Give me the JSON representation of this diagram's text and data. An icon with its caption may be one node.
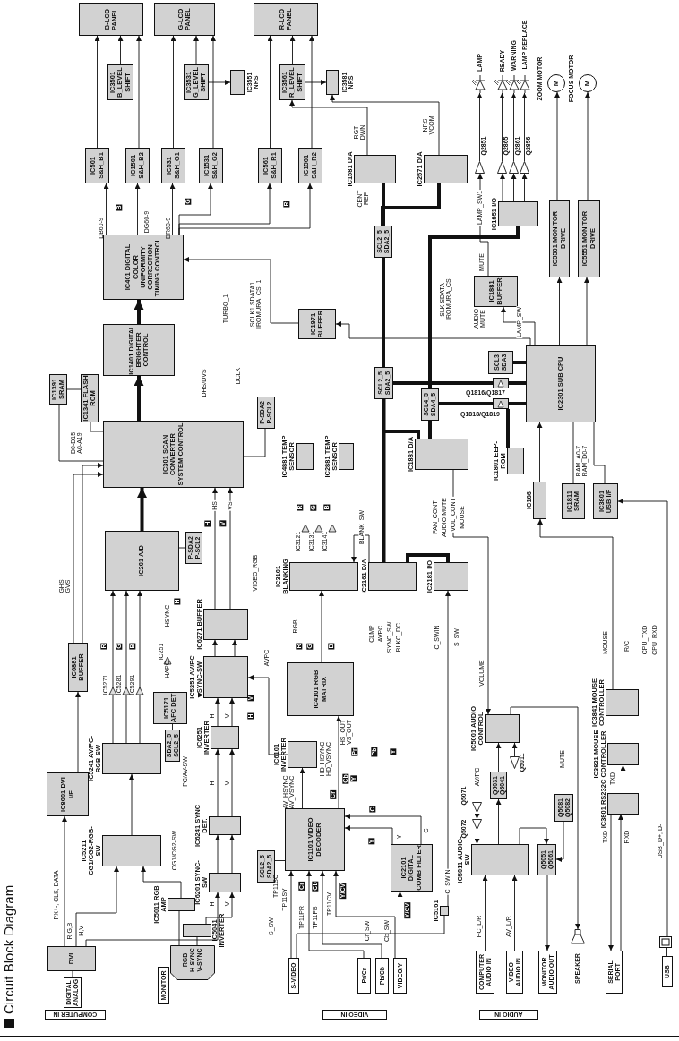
{
  "diagram": {
    "title": "Circuit Block Diagram",
    "nodes": [
      {
        "text": [
          "B-LCD PANEL"
        ]
      },
      {
        "text": [
          "G-LCD PANEL"
        ]
      },
      {
        "text": [
          "R-LCD PANEL"
        ]
      },
      {
        "text": [
          "IC3501 B_LEVEL SHIFT"
        ]
      },
      {
        "text": [
          "IC3531 G_LEVEL SHIFT"
        ]
      },
      {
        "text": [],
        "shape": "box",
        "beside": [
          "IC3551 NRS"
        ]
      },
      {
        "text": [
          "IC3561 R_LEVEL SHIFT"
        ]
      },
      {
        "text": [],
        "shape": "box",
        "beside": [
          "IC3581 NRS"
        ]
      },
      {
        "text": [
          "IC501 S&H_B1"
        ]
      },
      {
        "text": [
          "IC1501 S&H_B2"
        ]
      },
      {
        "text": [
          "IC531 S&H_G1"
        ]
      },
      {
        "text": [
          "IC1531 S&H_G2"
        ]
      },
      {
        "text": [
          "IC561 S&H_R1"
        ]
      },
      {
        "text": [
          "IC1561 S&H_R2"
        ]
      },
      {
        "text": [
          "IC1581 D/A"
        ]
      },
      {
        "text": [
          "IC2571 D/A"
        ]
      },
      {
        "text": [
          "IC1851 I/O"
        ]
      },
      {
        "text": [
          "IC5501 MONITOR DRIVE"
        ]
      },
      {
        "text": [
          "IC5551 MONITOR DRIVE"
        ]
      },
      {
        "text": [
          "M"
        ],
        "beside": [
          "ZOOM MOTOR"
        ]
      },
      {
        "text": [
          "M"
        ],
        "beside": [
          "FOCUS MOTOR"
        ]
      },
      {
        "text": [
          "IC401 DIGITAL COLOR UNIFORMITY CORRECTION TIMING CONTROL"
        ]
      },
      {
        "text": [
          "IC1401 DIGITAL BRIGHTER CONTROL"
        ]
      },
      {
        "text": [
          "IC1971 BUFFER"
        ]
      },
      {
        "text": [
          "IC1881 BUFFER"
        ]
      },
      {
        "text": [
          "SCL2_5 SDA2_5"
        ]
      },
      {
        "text": [
          "IC2301 SUB CPU"
        ]
      },
      {
        "text": [
          "SCL3 SDA3"
        ]
      },
      {
        "text": [
          "IC1391 SRAM"
        ]
      },
      {
        "text": [
          "IC1341 FLASH ROM"
        ]
      },
      {
        "text": [
          "SCL2_5 SDA2_5"
        ]
      },
      {
        "text": [
          "SCL4_5 SDA4_5"
        ]
      },
      {
        "text": [
          "IC301 SCAN CONVERTER SYSTEM CONTROL"
        ]
      },
      {
        "text": [
          "P-SDA2 P-SCL2"
        ]
      },
      {
        "text": [
          "IC4881 TEMP SENSOR"
        ]
      },
      {
        "text": [
          "IC2881 TEMP SENSOR"
        ]
      },
      {
        "text": [
          "IC1881 D/A"
        ]
      },
      {
        "text": [
          "IC1801 EEP-ROM"
        ]
      },
      {
        "text": [
          "IC186"
        ]
      },
      {
        "text": [
          "IC1811 SRAM"
        ]
      },
      {
        "text": [
          "IC3801 USB I/F"
        ]
      },
      {
        "text": [
          "IC201 A/D"
        ]
      },
      {
        "text": [
          "P-SDA2 P-SCL2"
        ]
      },
      {
        "text": [
          "IC3101 BLANKING"
        ]
      },
      {
        "text": [
          "IC2161 D/A"
        ]
      },
      {
        "text": [
          "IC2181 I/O"
        ]
      },
      {
        "text": [
          "IC6271 BUFFER"
        ]
      },
      {
        "text": [
          "IC6881 BUFFER"
        ]
      },
      {
        "text": [
          "IC5251 AV/PC SYNC-SW"
        ]
      },
      {
        "text": [
          "IC4101 RGB MATRIX"
        ]
      },
      {
        "text": [
          "IC5171 AFC DET"
        ]
      },
      {
        "text": [
          "SDA2_5 SCL2_5"
        ]
      },
      {
        "text": [
          "IC6251 INVERTER"
        ]
      },
      {
        "text": [
          "IC5241 AV/PC-RGB-SW"
        ]
      },
      {
        "text": [
          "IC6101 INVERTER"
        ]
      },
      {
        "text": [
          "IC8001 DVI I/F"
        ]
      },
      {
        "text": [
          "IC1101 VIDEO DECODER"
        ]
      },
      {
        "text": [
          "IC6241 SYNC DET."
        ]
      },
      {
        "text": [
          "IC5211 CG1/CG2-RGB-SW"
        ]
      },
      {
        "text": [
          "SCL2_5 SDA2_5"
        ]
      },
      {
        "text": [
          "IC2101 DIGITAL COMB FILTER"
        ]
      },
      {
        "text": [
          "IC6201 SYNC-SW"
        ]
      },
      {
        "text": [
          "IC5011 RGB AMP"
        ]
      },
      {
        "text": [
          "IC5041 INVERTER"
        ]
      },
      {
        "text": [
          "IC5161"
        ]
      },
      {
        "text": [
          "DVI"
        ]
      },
      {
        "text": [
          "DIGITAL ANALOG"
        ]
      },
      {
        "text": [
          "RGB",
          "H-SYNC",
          "V-SYNC"
        ]
      },
      {
        "text": [
          "MONITOR"
        ]
      },
      {
        "text": [
          "COMPUTER IN"
        ]
      },
      {
        "text": [
          "S-VIDEO"
        ]
      },
      {
        "text": [
          "Pr/Cr"
        ]
      },
      {
        "text": [
          "Pb/Cb"
        ]
      },
      {
        "text": [
          "VIDEO/Y"
        ]
      },
      {
        "text": [
          "VIDEO IN"
        ]
      },
      {
        "text": [
          "IC5001 AUDIO CONTROL"
        ]
      },
      {
        "text": [
          "Q5031 Q5041"
        ]
      },
      {
        "text": [
          "Q5081 Q5082"
        ]
      },
      {
        "text": [
          "IC5011 AUDIO-SW"
        ]
      },
      {
        "text": [
          "Q5051 Q5061"
        ]
      },
      {
        "text": [
          "COMPUTER AUDIO IN"
        ]
      },
      {
        "text": [
          "VIDEO AUDIO IN"
        ]
      },
      {
        "text": [
          "MONITOR AUDIO OUT"
        ]
      },
      {
        "text": [],
        "shape": "speaker",
        "beside": [
          "SPEAKER"
        ]
      },
      {
        "text": [
          "IC3841 MOUSE CONTROLLER"
        ]
      },
      {
        "text": [
          "IC3821 MOUSE CONTROLLER"
        ]
      },
      {
        "text": [
          "IC3801 RS232C"
        ]
      },
      {
        "text": [
          "SERIAL PORT"
        ]
      },
      {
        "text": [
          "USB"
        ]
      },
      {
        "text": [],
        "shape": "box"
      },
      {
        "text": [
          "AUDIO IN"
        ]
      },
      {
        "text": [],
        "shape": "diode",
        "beside": [
          "LAMP"
        ]
      },
      {
        "text": [],
        "shape": "diode",
        "beside": [
          "READY"
        ]
      },
      {
        "text": [],
        "shape": "diode",
        "beside": [
          "WARNING"
        ]
      },
      {
        "text": [],
        "shape": "diode",
        "beside": [
          "LAMP REPLACE"
        ]
      },
      {
        "text": [],
        "shape": "triangle",
        "beside": [
          "Q2851"
        ]
      },
      {
        "text": [],
        "shape": "triangle",
        "beside": [
          "Q2865"
        ]
      },
      {
        "text": [],
        "shape": "triangle",
        "beside": [
          "Q2861"
        ]
      },
      {
        "text": [],
        "shape": "triangle",
        "beside": [
          "Q2856"
        ]
      },
      {
        "text": [],
        "shape": "triangle",
        "beside": [
          "Q5011"
        ]
      },
      {
        "text": [],
        "shape": "triangle",
        "beside": [
          "Q5071"
        ]
      },
      {
        "text": [],
        "shape": "triangle",
        "beside": [
          "Q5072"
        ]
      },
      {
        "text": [],
        "shape": "box",
        "beside": [
          "Q1816/Q1817"
        ]
      },
      {
        "text": [],
        "shape": "box",
        "beside": [
          "Q1818/Q1819"
        ]
      }
    ],
    "edges": [
      {
        "from": 3,
        "to": 0,
        "arrow": "to"
      },
      {
        "from": 4,
        "to": 1,
        "arrow": "to"
      },
      {
        "from": 6,
        "to": 2,
        "arrow": "to"
      },
      {
        "from": 4,
        "to": 5,
        "arrow": "to"
      },
      {
        "from": 6,
        "to": 7,
        "arrow": "to"
      },
      {
        "from": 8,
        "to": 0,
        "arrow": "to"
      },
      {
        "from": 9,
        "to": 0,
        "arrow": "to"
      },
      {
        "from": 10,
        "to": 1,
        "arrow": "to"
      },
      {
        "from": 11,
        "to": 1,
        "arrow": "to"
      },
      {
        "from": 12,
        "to": 2,
        "arrow": "to"
      },
      {
        "from": 13,
        "to": 2,
        "arrow": "to"
      },
      {
        "from": 21,
        "to": 8,
        "arrow": "to"
      },
      {
        "from": 21,
        "to": 9,
        "arrow": "to"
      },
      {
        "from": 21,
        "to": 10,
        "arrow": "to"
      },
      {
        "from": 21,
        "to": 11,
        "arrow": "to"
      },
      {
        "from": 21,
        "to": 12,
        "arrow": "to"
      },
      {
        "from": 21,
        "to": 13,
        "arrow": "to"
      },
      {
        "from": 22,
        "to": 21,
        "arrow": "to",
        "style": "thick"
      },
      {
        "from": 32,
        "to": 22,
        "arrow": "to",
        "style": "thick"
      },
      {
        "from": 41,
        "to": 32,
        "arrow": "to",
        "style": "thick"
      },
      {
        "from": 28,
        "to": 29,
        "arrow": "none"
      },
      {
        "from": 28,
        "to": 32,
        "arrow": "none"
      },
      {
        "from": 29,
        "to": 32,
        "arrow": "none"
      },
      {
        "from": 33,
        "to": 32,
        "arrow": "none"
      },
      {
        "from": 42,
        "to": 41,
        "arrow": "none"
      },
      {
        "from": 23,
        "to": 21,
        "arrow": "to"
      },
      {
        "from": 26,
        "to": 23,
        "arrow": "to"
      },
      {
        "from": 25,
        "to": 14,
        "arrow": "none",
        "style": "thick"
      },
      {
        "from": 25,
        "to": 15,
        "arrow": "none",
        "style": "thick"
      },
      {
        "from": 30,
        "to": 25,
        "arrow": "none",
        "style": "thick"
      },
      {
        "from": 30,
        "to": 36,
        "arrow": "none",
        "style": "thick"
      },
      {
        "from": 31,
        "to": 36,
        "arrow": "none",
        "style": "thick"
      },
      {
        "from": 31,
        "to": 16,
        "arrow": "none",
        "style": "thick"
      },
      {
        "from": 30,
        "to": 102,
        "arrow": "none",
        "style": "thick"
      },
      {
        "from": 31,
        "to": 103,
        "arrow": "none",
        "style": "thick"
      },
      {
        "from": 102,
        "to": 26,
        "arrow": "none",
        "style": "thick"
      },
      {
        "from": 103,
        "to": 26,
        "arrow": "none",
        "style": "thick"
      },
      {
        "from": 103,
        "to": 37,
        "arrow": "none",
        "style": "thick"
      },
      {
        "from": 27,
        "to": 26,
        "arrow": "none",
        "style": "thick"
      },
      {
        "from": 26,
        "to": 24,
        "arrow": "to",
        "label": "LAMP_SW"
      },
      {
        "from": 24,
        "to": 95,
        "arrow": "to",
        "label": "LAMP_SW1"
      },
      {
        "from": 16,
        "to": 96,
        "arrow": "to"
      },
      {
        "from": 16,
        "to": 97,
        "arrow": "to"
      },
      {
        "from": 16,
        "to": 98,
        "arrow": "to"
      },
      {
        "from": 95,
        "to": 91,
        "arrow": "to"
      },
      {
        "from": 96,
        "to": 92,
        "arrow": "to"
      },
      {
        "from": 97,
        "to": 93,
        "arrow": "to"
      },
      {
        "from": 98,
        "to": 94,
        "arrow": "to"
      },
      {
        "from": 26,
        "to": 17,
        "arrow": "to"
      },
      {
        "from": 26,
        "to": 18,
        "arrow": "to"
      },
      {
        "from": 17,
        "to": 19,
        "arrow": "to"
      },
      {
        "from": 18,
        "to": 20,
        "arrow": "to"
      },
      {
        "from": 38,
        "to": 26,
        "arrow": "to"
      },
      {
        "from": 39,
        "to": 26,
        "arrow": "none"
      },
      {
        "from": 40,
        "to": 26,
        "arrow": "none"
      },
      {
        "from": 44,
        "to": 43,
        "arrow": "to",
        "label": "BLANK_SW"
      },
      {
        "from": 30,
        "to": 44,
        "arrow": "none",
        "style": "thick"
      },
      {
        "from": 44,
        "to": 45,
        "arrow": "none",
        "style": "thick"
      },
      {
        "from": 49,
        "to": 43,
        "arrow": "to"
      },
      {
        "from": 46,
        "to": 32,
        "arrow": "to",
        "label": "HS"
      },
      {
        "from": 46,
        "to": 32,
        "arrow": "to",
        "label": "VS"
      },
      {
        "from": 48,
        "to": 46,
        "arrow": "to"
      },
      {
        "from": 48,
        "to": 46,
        "arrow": "to"
      },
      {
        "from": 53,
        "to": 41,
        "arrow": "to"
      },
      {
        "from": 53,
        "to": 41,
        "arrow": "to"
      },
      {
        "from": 53,
        "to": 41,
        "arrow": "to"
      },
      {
        "from": 47,
        "to": 32,
        "arrow": "to"
      },
      {
        "from": 47,
        "to": 32,
        "arrow": "to"
      },
      {
        "from": 55,
        "to": 47,
        "arrow": "to"
      },
      {
        "from": 50,
        "to": 48,
        "arrow": "to"
      },
      {
        "from": 51,
        "to": 50,
        "arrow": "none"
      },
      {
        "from": 52,
        "to": 48,
        "arrow": "to"
      },
      {
        "from": 52,
        "to": 48,
        "arrow": "to"
      },
      {
        "from": 57,
        "to": 52,
        "arrow": "to"
      },
      {
        "from": 57,
        "to": 52,
        "arrow": "to"
      },
      {
        "from": 61,
        "to": 57,
        "arrow": "to"
      },
      {
        "from": 61,
        "to": 57,
        "arrow": "to"
      },
      {
        "from": 65,
        "to": 61,
        "arrow": "to"
      },
      {
        "from": 65,
        "to": 55,
        "arrow": "to"
      },
      {
        "from": 65,
        "to": 58,
        "arrow": "to"
      },
      {
        "from": 58,
        "to": 53,
        "arrow": "to"
      },
      {
        "from": 66,
        "to": 65,
        "arrow": "none"
      },
      {
        "from": 67,
        "to": 63,
        "arrow": "none"
      },
      {
        "from": 67,
        "to": 62,
        "arrow": "none"
      },
      {
        "from": 62,
        "to": 58,
        "arrow": "to"
      },
      {
        "from": 63,
        "to": 61,
        "arrow": "to"
      },
      {
        "from": 56,
        "to": 54,
        "arrow": "to"
      },
      {
        "from": 54,
        "to": 48,
        "arrow": "to"
      },
      {
        "from": 56,
        "to": 49,
        "arrow": "to"
      },
      {
        "from": 59,
        "to": 56,
        "arrow": "none"
      },
      {
        "from": 70,
        "to": 56,
        "arrow": "to"
      },
      {
        "from": 71,
        "to": 56,
        "arrow": "to"
      },
      {
        "from": 72,
        "to": 56,
        "arrow": "to"
      },
      {
        "from": 73,
        "to": 60,
        "arrow": "to"
      },
      {
        "from": 73,
        "to": 56,
        "arrow": "to"
      },
      {
        "from": 60,
        "to": 56,
        "arrow": "to"
      },
      {
        "from": 60,
        "to": 56,
        "arrow": "to"
      },
      {
        "from": 64,
        "to": 45,
        "arrow": "to",
        "label": "C_SWIN"
      },
      {
        "from": 70,
        "to": 64,
        "arrow": "none"
      },
      {
        "from": 36,
        "to": 75,
        "arrow": "to",
        "label": "VOL_CONT"
      },
      {
        "from": 78,
        "to": 76,
        "arrow": "to"
      },
      {
        "from": 76,
        "to": 75,
        "arrow": "to"
      },
      {
        "from": 99,
        "to": 75,
        "arrow": "to"
      },
      {
        "from": 100,
        "to": 101,
        "arrow": "to"
      },
      {
        "from": 101,
        "to": 78,
        "arrow": "to"
      },
      {
        "from": 80,
        "to": 78,
        "arrow": "to"
      },
      {
        "from": 81,
        "to": 78,
        "arrow": "to"
      },
      {
        "from": 78,
        "to": 79,
        "arrow": "to"
      },
      {
        "from": 79,
        "to": 82,
        "arrow": "to"
      },
      {
        "from": 77,
        "to": 79,
        "arrow": "to"
      },
      {
        "from": 75,
        "to": 83,
        "arrow": "to"
      },
      {
        "from": 89,
        "to": 88,
        "arrow": "none"
      },
      {
        "from": 89,
        "to": 40,
        "arrow": "to"
      },
      {
        "from": 86,
        "to": 87,
        "arrow": "to"
      },
      {
        "from": 87,
        "to": 86,
        "arrow": "to"
      },
      {
        "from": 86,
        "to": 85,
        "arrow": "to"
      },
      {
        "from": 85,
        "to": 84,
        "arrow": "none"
      },
      {
        "from": 84,
        "to": 38,
        "arrow": "to"
      },
      {
        "from": 14,
        "to": 6,
        "arrow": "to"
      },
      {
        "from": 15,
        "to": 7,
        "arrow": "to"
      }
    ],
    "labels": [
      "DB60-9",
      "DG60-9",
      "DR60-9",
      "B",
      "G",
      "R",
      "RGT DWN",
      "NRS VCOM",
      "CENT REF",
      "MUTE",
      "TURBO_1",
      "SCLK1 SDATA1 IROMURA_CS_1",
      "SLK SDATA IROMURA_CS",
      "AUDIO MUTE",
      "DHS/DVS",
      "DCLK",
      "D0-D15 A0-A19",
      "RAM_A0-7 RAM_D0-7",
      "FAN_CONT",
      "AUDIO MUTE",
      "MOUSE",
      "CLMP",
      "AVPC",
      "SYNC_SW",
      "BLKC_DC",
      "C_SWIN",
      "S_SW",
      "VOLUME",
      "MOUSE",
      "R/C",
      "CPU_TXD",
      "CPU_RXD",
      "GHS GVS",
      "HSYNC",
      "H",
      "HAPC",
      "VIDEO_RGB",
      "RGB",
      "AVPC",
      "H",
      "V",
      "R",
      "G",
      "B",
      "IC5271",
      "IC5281",
      "IC5291",
      "IC251",
      "R",
      "G",
      "B",
      "IC3121",
      "IC3131",
      "IC3141",
      "R",
      "G",
      "B",
      "PC/AV-SW",
      "CG1/CG2-SW",
      "PX+-, CLK, DATA",
      "R,G,B",
      "H,V",
      "H",
      "V",
      "H",
      "V",
      "H",
      "V",
      "H",
      "V",
      "AV_HSYNC AV_VSYNC",
      "HD_HSYNC HD_VSYNC",
      "HS_OUT VS_OUT",
      "Cr",
      "Cb",
      "Y",
      "Cr",
      "Cb",
      "TP11SY",
      "TP11SC",
      "TP11PR",
      "TP11PB",
      "TP11CV",
      "S_SW",
      "Pr",
      "Pb",
      "Y",
      "C",
      "Y",
      "Y",
      "C",
      "Y/CV",
      "Y/CV",
      "Cr_SW",
      "Cb_SW",
      "AV/PC",
      "MUTE",
      "PC_L/R",
      "AV_L/R",
      "TXD",
      "TXD",
      "RXD",
      "USB_D+, D-"
    ]
  }
}
